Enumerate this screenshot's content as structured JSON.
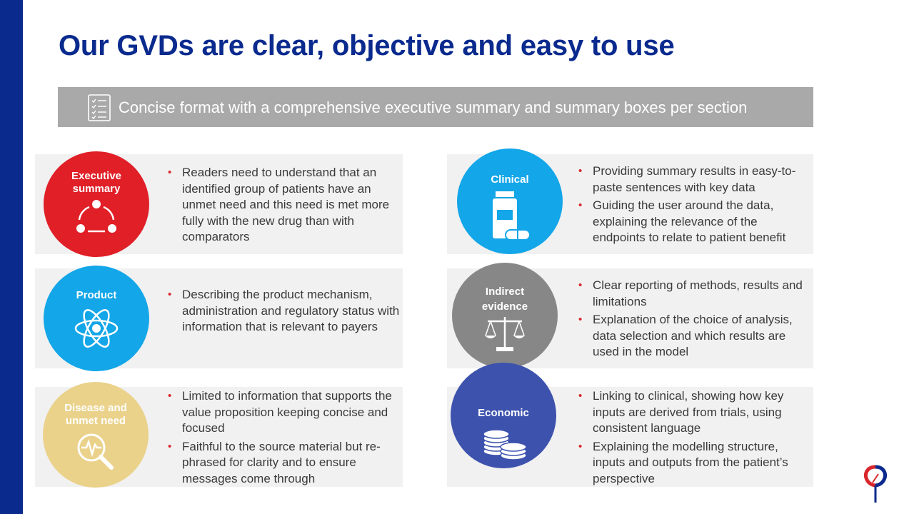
{
  "title": "Our GVDs are clear, objective and easy to use",
  "banner": {
    "icon": "checklist-icon",
    "text": "Concise format with a comprehensive executive summary and summary boxes per section"
  },
  "colors": {
    "brand_blue": "#0a2a8e",
    "banner_grey": "#a9a9a9",
    "panel_grey": "#f1f1f1",
    "bullet_red": "#d9262c",
    "executive": "#e01f27",
    "product": "#13a6e8",
    "disease": "#ead28b",
    "clinical": "#13a6e8",
    "indirect": "#878787",
    "economic": "#3c52ad"
  },
  "sections": {
    "executive": {
      "label_line1": "Executive",
      "label_line2": "summary",
      "icon": "cycle-icon",
      "bullets": [
        "Readers need to understand that an identified group of patients have an unmet need and this need is met more fully with the new drug than with comparators"
      ]
    },
    "product": {
      "label": "Product",
      "icon": "atom-icon",
      "bullets": [
        "Describing the product mechanism, administration and regulatory status with information that is relevant to payers"
      ]
    },
    "disease": {
      "label_line1": "Disease  and",
      "label_line2": "unmet  need",
      "icon": "magnifier-pulse-icon",
      "bullets": [
        "Limited to information that supports the value proposition keeping concise and focused",
        "Faithful to the source material but re-phrased for clarity and to ensure messages come through"
      ]
    },
    "clinical": {
      "label": "Clinical",
      "icon": "pill-bottle-icon",
      "bullets": [
        "Providing summary results in easy-to-paste sentences with key data",
        "Guiding the user around the data, explaining the relevance of the endpoints to relate to patient benefit"
      ]
    },
    "indirect": {
      "label_line1": "Indirect",
      "label_line2": "evidence",
      "icon": "scales-icon",
      "bullets": [
        "Clear reporting of methods, results and limitations",
        "Explanation of the choice of analysis, data selection and which results are used in the model"
      ]
    },
    "economic": {
      "label": "Economic",
      "icon": "coins-icon",
      "bullets": [
        "Linking to clinical, showing how key inputs are derived from trials, using consistent language",
        "Explaining the modelling structure, inputs and outputs from the patient’s perspective"
      ]
    }
  },
  "logo": "company-logo-icon"
}
